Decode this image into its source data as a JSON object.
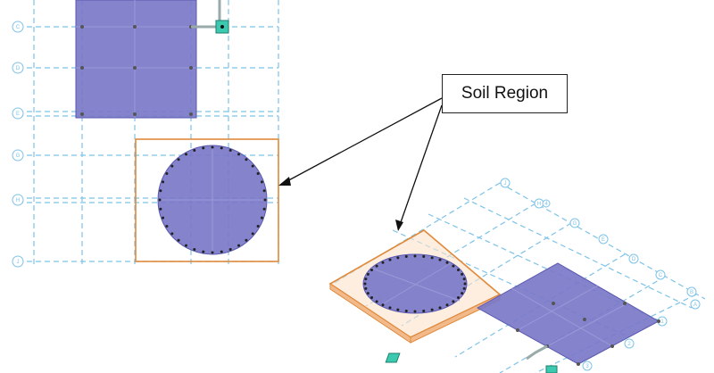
{
  "callout": {
    "label": "Soil Region"
  },
  "plan_grid": {
    "row_labels": [
      "C",
      "D",
      "E",
      "G",
      "H",
      "J"
    ]
  },
  "iso_grid": {
    "labels": [
      "J",
      "H",
      "G",
      "E",
      "D",
      "C",
      "B",
      "A",
      "1",
      "2",
      "3",
      "4"
    ]
  },
  "colors": {
    "slab": "#7a78c8",
    "soil_region": "#e08a3c",
    "grid": "#7ec3e8",
    "column": "#3bc9b0",
    "arrow": "#111111"
  },
  "icons": [
    "column-support-icon"
  ]
}
